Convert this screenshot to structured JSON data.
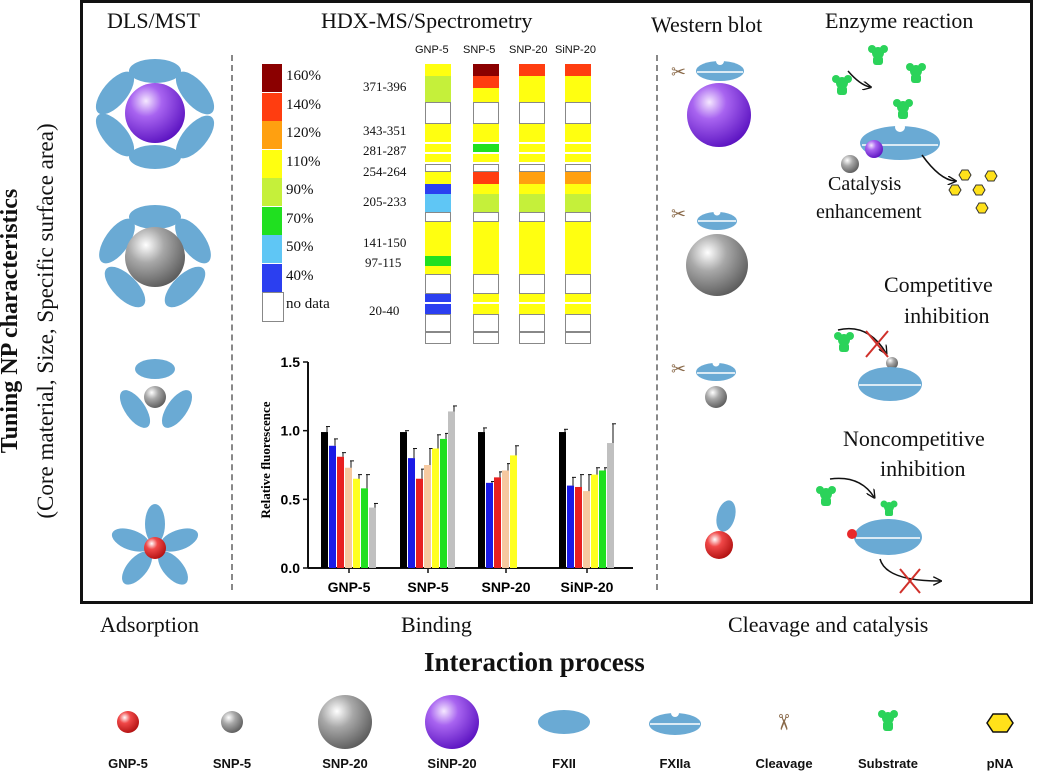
{
  "side_title": "Tuning NP characteristics",
  "side_subtitle": "(Core material, Size, Specific surface area)",
  "columns": {
    "dls": "DLS/MST",
    "hdx": "HDX-MS/Spectrometry",
    "western": "Western blot",
    "enzyme": "Enzyme reaction"
  },
  "process": {
    "adsorption": "Adsorption",
    "binding": "Binding",
    "cleavage": "Cleavage and catalysis",
    "title": "Interaction process"
  },
  "enzyme_labels": {
    "catalysis_1": "Catalysis",
    "catalysis_2": "enhancement",
    "competitive_1": "Competitive",
    "competitive_2": "inhibition",
    "noncompetitive_1": "Noncompetitive",
    "noncompetitive_2": "inhibition"
  },
  "colors": {
    "fxii": "#6aaad4",
    "gnp": "#e8282a",
    "snp": "#9a9a9a",
    "sinp": "#8a3ee0",
    "substrate": "#2bd35a",
    "pna": "#ffe11a",
    "cross": "#d0302a"
  },
  "hdx_legend": [
    {
      "label": "160%",
      "color": "#8b0000"
    },
    {
      "label": "140%",
      "color": "#ff3d10"
    },
    {
      "label": "120%",
      "color": "#ffa010"
    },
    {
      "label": "110%",
      "color": "#ffff10"
    },
    {
      "label": "90%",
      "color": "#c5f03a"
    },
    {
      "label": "70%",
      "color": "#20e020"
    },
    {
      "label": "50%",
      "color": "#5fc6f5"
    },
    {
      "label": "40%",
      "color": "#2b3ff0"
    },
    {
      "label": "no data",
      "color": "#ffffff"
    }
  ],
  "hdx_columns": [
    "GNP-5",
    "SNP-5",
    "SNP-20",
    "SiNP-20"
  ],
  "hdx_peptides": [
    "371-396",
    "343-351",
    "281-287",
    "254-264",
    "205-233",
    "141-150",
    "97-115",
    "20-40"
  ],
  "chart_data": {
    "type": "bar",
    "categories": [
      "GNP-5",
      "SNP-5",
      "SNP-20",
      "SiNP-20"
    ],
    "ylabel": "Relative fluorescence",
    "ylim": [
      0.0,
      1.5
    ],
    "yticks": [
      "0.0",
      "0.5",
      "1.0",
      "1.5"
    ],
    "bar_colors": [
      "#000000",
      "#1a1ae6",
      "#e82020",
      "#f6c9a0",
      "#ffff20",
      "#20e020",
      "#c0c0c0"
    ],
    "groups": [
      {
        "values": [
          0.99,
          0.89,
          0.81,
          0.73,
          0.65,
          0.58,
          0.44
        ],
        "errors": [
          0.04,
          0.05,
          0.03,
          0.05,
          0.03,
          0.1,
          0.03
        ]
      },
      {
        "values": [
          0.99,
          0.8,
          0.65,
          0.75,
          0.87,
          0.94,
          1.14
        ],
        "errors": [
          0.01,
          0.07,
          0.07,
          0.12,
          0.1,
          0.04,
          0.04
        ]
      },
      {
        "values": [
          0.99,
          0.62,
          0.66,
          0.71,
          0.82,
          null,
          null
        ],
        "errors": [
          0.03,
          0.01,
          0.04,
          0.05,
          0.07,
          0,
          0
        ]
      },
      {
        "values": [
          0.99,
          0.6,
          0.59,
          0.56,
          0.68,
          0.71,
          0.91
        ],
        "errors": [
          0.02,
          0.06,
          0.09,
          0.12,
          0.05,
          0.02,
          0.14
        ]
      }
    ]
  },
  "legend_items": [
    {
      "label": "GNP-5",
      "icon": "gnp-5-icon"
    },
    {
      "label": "SNP-5",
      "icon": "snp-5-icon"
    },
    {
      "label": "SNP-20",
      "icon": "snp-20-icon"
    },
    {
      "label": "SiNP-20",
      "icon": "sinp-20-icon"
    },
    {
      "label": "FXII",
      "icon": "fxii-icon"
    },
    {
      "label": "FXIIa",
      "icon": "fxiia-icon"
    },
    {
      "label": "Cleavage",
      "icon": "scissors-icon"
    },
    {
      "label": "Substrate",
      "icon": "substrate-icon"
    },
    {
      "label": "pNA",
      "icon": "pna-icon"
    }
  ]
}
